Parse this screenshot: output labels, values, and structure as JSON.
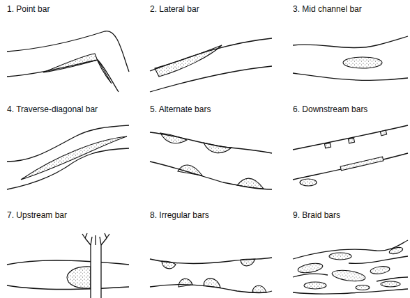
{
  "diagram": {
    "labels": [
      "1. Point bar",
      "2. Lateral bar",
      "3. Mid channel bar",
      "4. Traverse-diagonal bar",
      "5. Alternate bars",
      "6. Downstream bars",
      "7. Upstream bar",
      "8. Irregular bars",
      "9. Braid bars"
    ]
  }
}
